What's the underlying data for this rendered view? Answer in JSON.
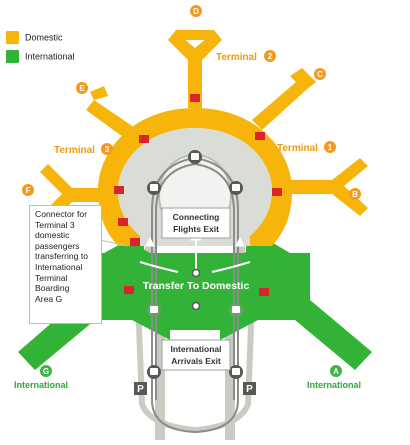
{
  "legend": [
    {
      "label": "Domestic",
      "color": "#f7b40b"
    },
    {
      "label": "International",
      "color": "#33b238"
    }
  ],
  "colors": {
    "domestic": "#f7b40b",
    "international": "#33b238",
    "core": "#d9ddd6",
    "road": "#c9ccc4",
    "track": "#8a8d88",
    "badge_orange": "#f39a1e",
    "badge_green": "#3db544",
    "label_orange": "#ee9a14",
    "label_green": "#2ea836",
    "airline_icon": "#d8242a"
  },
  "terminals": [
    {
      "label": "Terminal",
      "number": "1"
    },
    {
      "label": "Terminal",
      "number": "2"
    },
    {
      "label": "Terminal",
      "number": "3"
    }
  ],
  "boarding_areas": {
    "a": "A",
    "b": "B",
    "c": "C",
    "d": "D",
    "e": "E",
    "f": "F",
    "g": "G"
  },
  "international_labels": {
    "left": "International",
    "right": "International"
  },
  "transfer_label": "Transfer To Domestic",
  "connecting_exit": [
    "Connecting",
    "Flights Exit"
  ],
  "arrivals_exit": [
    "International",
    "Arrivals Exit"
  ],
  "parking": {
    "left": "P",
    "right": "P"
  },
  "callout_text": [
    "Connector for",
    "Terminal 3",
    "domestic",
    "passengers",
    "transferring to",
    "International",
    "Terminal",
    "Boarding",
    "Area G"
  ]
}
